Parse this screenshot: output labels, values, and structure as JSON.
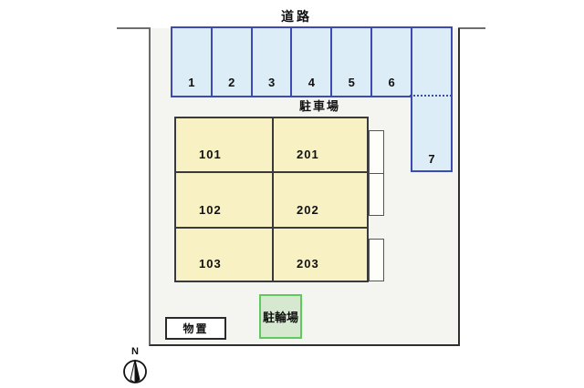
{
  "labels": {
    "road": "道路",
    "parking_lot": "駐車場",
    "storage": "物置",
    "bicycle_parking": "駐輪場",
    "north": "N"
  },
  "parking": {
    "spaces": [
      "1",
      "2",
      "3",
      "4",
      "5",
      "6",
      "7"
    ]
  },
  "building": {
    "units": [
      [
        "101",
        "201"
      ],
      [
        "102",
        "202"
      ],
      [
        "103",
        "203"
      ]
    ]
  },
  "colors": {
    "site_background": "#f4f4f1",
    "boundary_line": "#2f2f2f",
    "parking_fill": "#dcedf7",
    "parking_border": "#3c4ab2",
    "building_fill": "#f8f1c3",
    "building_border": "#3a3a3a",
    "balcony_fill": "#fdfdfa",
    "bicycle_fill": "#d6e8cf",
    "bicycle_border": "#5ec95e",
    "storage_fill": "#ffffff"
  }
}
